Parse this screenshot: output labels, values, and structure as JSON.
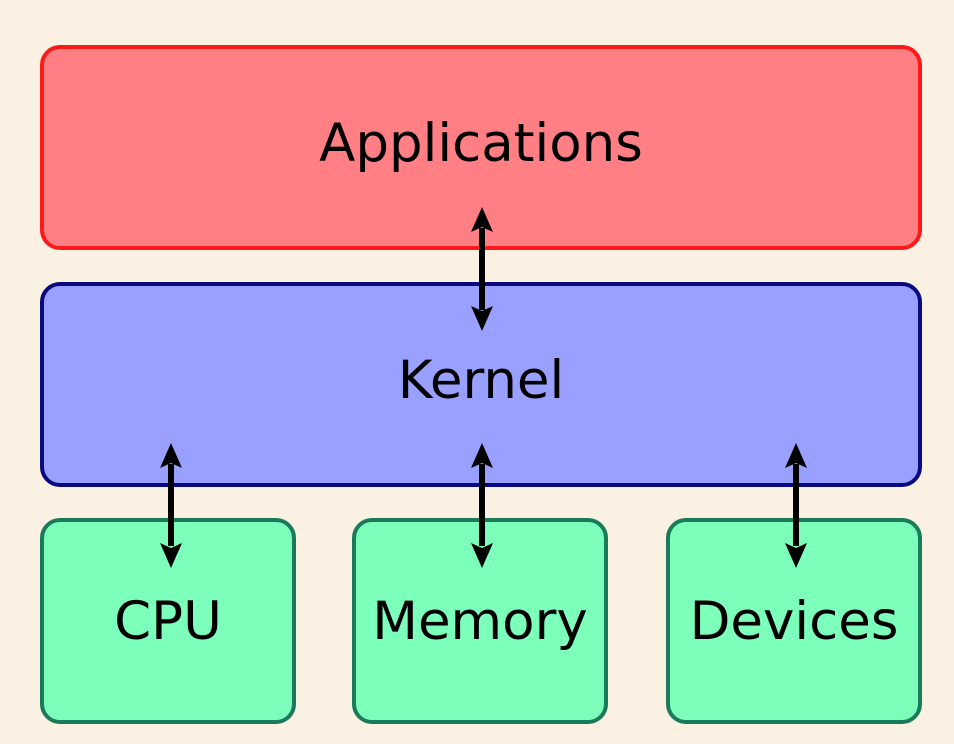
{
  "diagram": {
    "layers": {
      "applications": {
        "label": "Applications",
        "fill": "#ff7f84",
        "stroke": "#ff1a1a"
      },
      "kernel": {
        "label": "Kernel",
        "fill": "#99a0ff",
        "stroke": "#0a0a80"
      }
    },
    "hardware": [
      {
        "label": "CPU",
        "fill": "#7bffbb",
        "stroke": "#1a7a5a"
      },
      {
        "label": "Memory",
        "fill": "#7bffbb",
        "stroke": "#1a7a5a"
      },
      {
        "label": "Devices",
        "fill": "#7bffbb",
        "stroke": "#1a7a5a"
      }
    ],
    "connections": [
      {
        "from": "Applications",
        "to": "Kernel",
        "direction": "bidirectional"
      },
      {
        "from": "Kernel",
        "to": "CPU",
        "direction": "bidirectional"
      },
      {
        "from": "Kernel",
        "to": "Memory",
        "direction": "bidirectional"
      },
      {
        "from": "Kernel",
        "to": "Devices",
        "direction": "bidirectional"
      }
    ],
    "background": "#faf1e3",
    "arrow_color": "#000000"
  }
}
